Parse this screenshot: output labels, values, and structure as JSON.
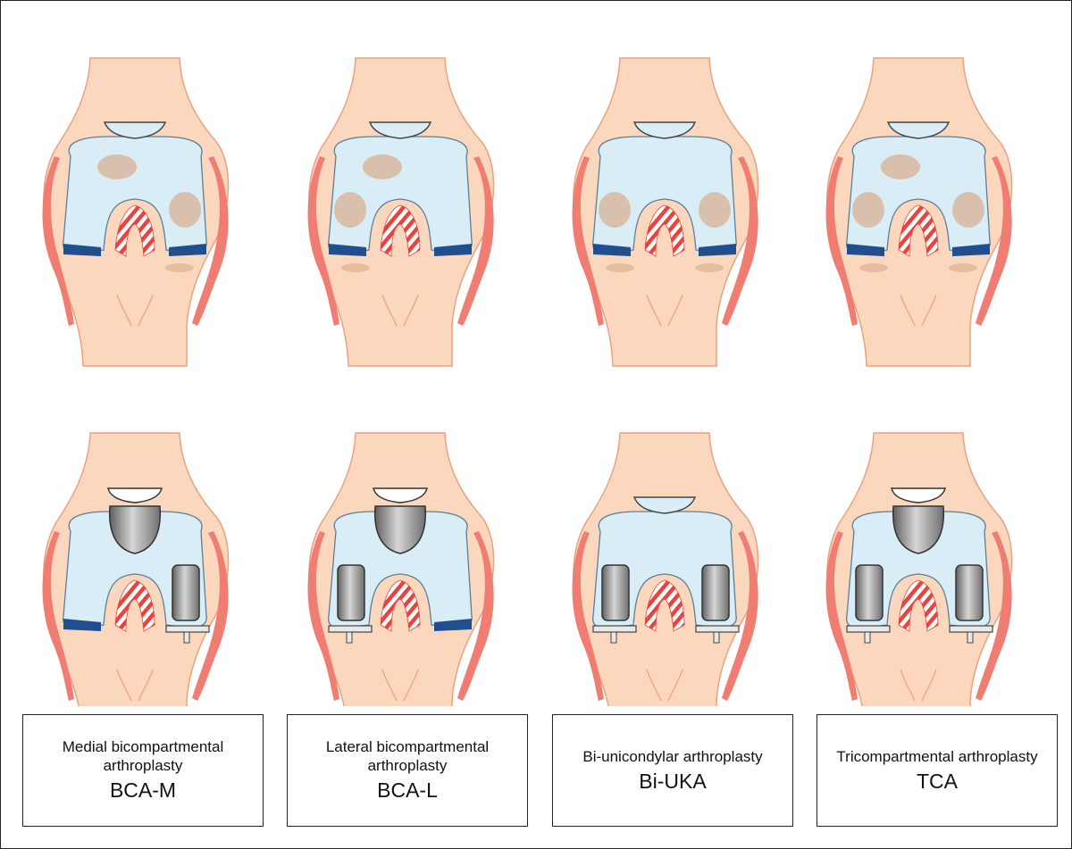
{
  "colors": {
    "skin": "#fbd7bd",
    "skin_outline": "#e9a27f",
    "ligament_collateral": "#ef7d72",
    "cartilage": "#d9edf6",
    "cartilage_outline": "#5c7f96",
    "meniscus": "#1f4f8f",
    "ligament_stripe": "#e8433d",
    "implant": "#9a9a9a",
    "lesion": "#d8a786"
  },
  "panels": [
    {
      "description": "Medial bicompartmental arthroplasty",
      "abbreviation": "BCA-M",
      "replaced_compartments": [
        "medial",
        "patellofemoral"
      ],
      "preserved_compartments": [
        "lateral"
      ]
    },
    {
      "description": "Lateral bicompartmental arthroplasty",
      "abbreviation": "BCA-L",
      "replaced_compartments": [
        "lateral",
        "patellofemoral"
      ],
      "preserved_compartments": [
        "medial"
      ]
    },
    {
      "description": "Bi-unicondylar arthroplasty",
      "abbreviation": "Bi-UKA",
      "replaced_compartments": [
        "medial",
        "lateral"
      ],
      "preserved_compartments": [
        "patellofemoral"
      ]
    },
    {
      "description": "Tricompartmental arthroplasty",
      "abbreviation": "TCA",
      "replaced_compartments": [
        "medial",
        "lateral",
        "patellofemoral"
      ],
      "preserved_compartments": []
    }
  ]
}
